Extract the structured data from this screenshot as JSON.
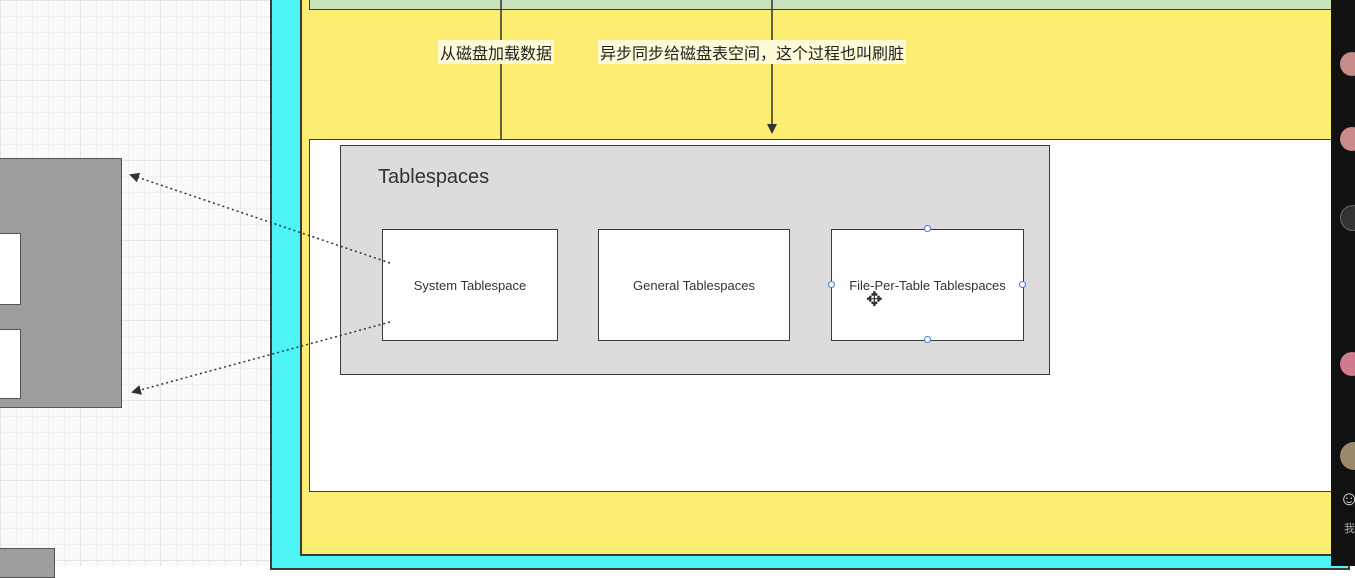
{
  "diagram": {
    "container_title": "Tablespaces",
    "boxes": {
      "system": "System Tablespace",
      "general": "General Tablespaces",
      "file_per_table": "File-Per-Table Tablespaces"
    },
    "labels": {
      "load_from_disk": "从磁盘加载数据",
      "async_sync": "异步同步给磁盘表空间，这个过程也叫刷脏"
    }
  },
  "side_panel": {
    "me_label": "我"
  },
  "colors": {
    "outer_frame": "#4df5f7",
    "inner_panel": "#fcee72",
    "top_strip": "#c8e4bc",
    "tablespace_container": "#dcdcdc",
    "left_block": "#9e9e9e"
  },
  "icons": [
    "move-cursor-icon",
    "smile-icon"
  ]
}
